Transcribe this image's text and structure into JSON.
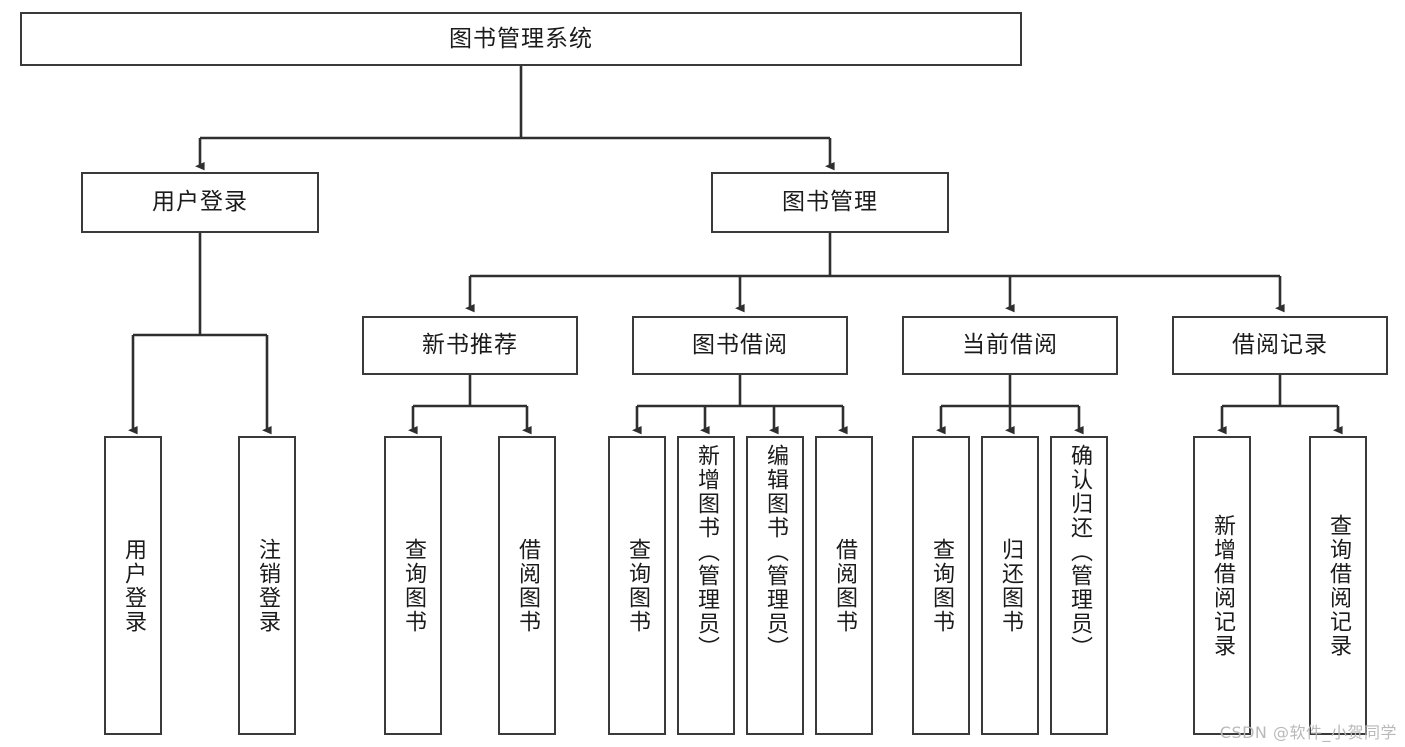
{
  "diagram": {
    "type": "tree",
    "title": "图书管理系统",
    "colors": {
      "box_border": "#3a3a3a",
      "box_fill": "#ffffff",
      "edge": "#2f2f2f",
      "text": "#1b1b1b",
      "watermark": "#b9b9b9"
    },
    "root": {
      "label": "图书管理系统"
    },
    "level2": [
      {
        "label": "用户登录"
      },
      {
        "label": "图书管理"
      }
    ],
    "level3": [
      {
        "label": "新书推荐"
      },
      {
        "label": "图书借阅"
      },
      {
        "label": "当前借阅"
      },
      {
        "label": "借阅记录"
      }
    ],
    "leaves": {
      "user_login": [
        {
          "label": "用户登录"
        },
        {
          "label": "注销登录"
        }
      ],
      "new_book_recommend": [
        {
          "label": "查询图书"
        },
        {
          "label": "借阅图书"
        }
      ],
      "book_borrow": [
        {
          "label": "查询图书"
        },
        {
          "label": "新增图书（管理员）"
        },
        {
          "label": "编辑图书（管理员）"
        },
        {
          "label": "借阅图书"
        }
      ],
      "current_borrow": [
        {
          "label": "查询图书"
        },
        {
          "label": "归还图书"
        },
        {
          "label": "确认归还（管理员）"
        }
      ],
      "borrow_record": [
        {
          "label": "新增借阅记录"
        },
        {
          "label": "查询借阅记录"
        }
      ]
    }
  },
  "watermark": {
    "text": "CSDN @软件_小贺同学"
  }
}
